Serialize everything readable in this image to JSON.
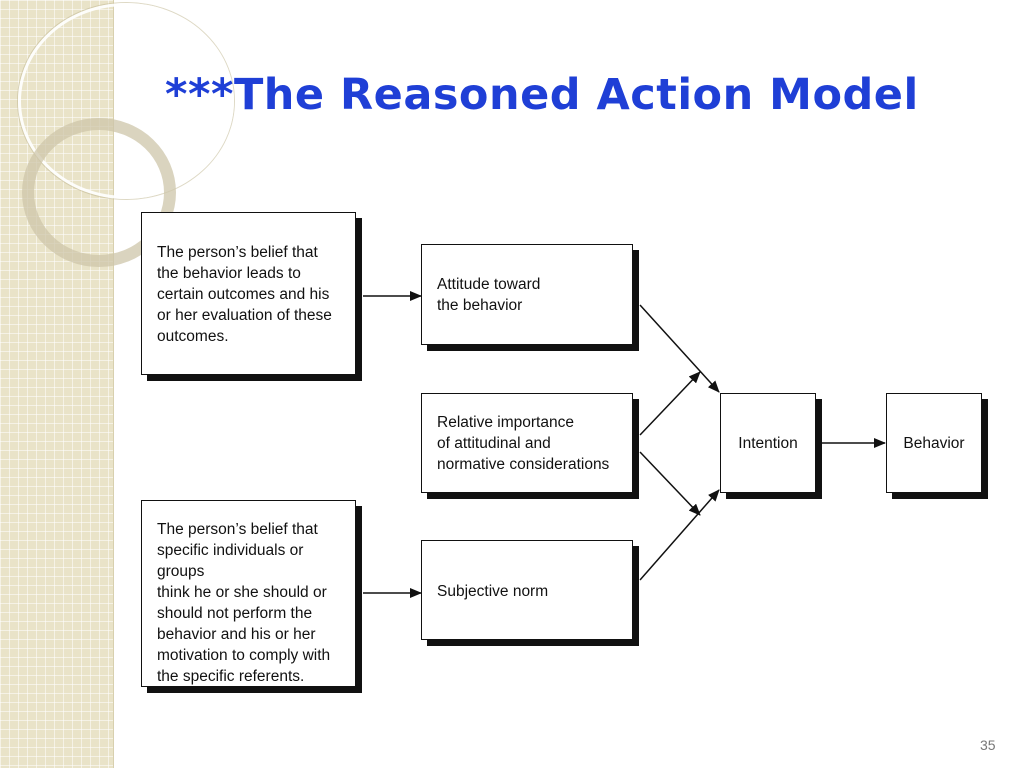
{
  "slide": {
    "title": "***The Reasoned Action Model",
    "page_number": "35"
  },
  "diagram": {
    "belief_outcomes": "The person’s belief that\nthe behavior leads to\ncertain outcomes and his\nor her evaluation of these\noutcomes.",
    "belief_referents": "The person’s belief that\nspecific individuals or groups\nthink he or she should or\nshould not perform the\nbehavior and his or her\nmotivation to comply with\nthe specific referents.",
    "attitude": "Attitude toward\nthe behavior",
    "relative_importance": "Relative importance\nof attitudinal and\nnormative considerations",
    "subjective_norm": "Subjective norm",
    "intention": "Intention",
    "behavior": "Behavior"
  },
  "colors": {
    "title": "#1f3fd6",
    "strip": "#e9e3c8"
  }
}
